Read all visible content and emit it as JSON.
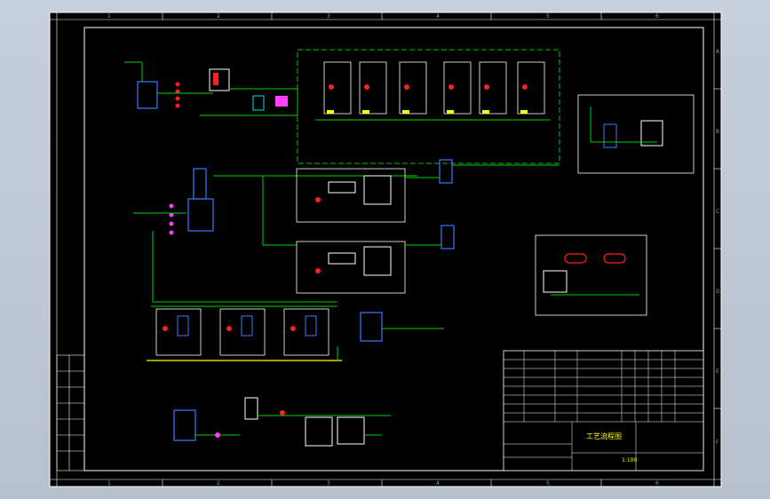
{
  "colors": {
    "canvas": "#000000",
    "window_bg": "#c5ced8",
    "frame": "#ffffff",
    "grid_label": "#7fa0c8",
    "pipe_green": "#00d400",
    "pipe_dashed": "#00c800",
    "equipment_blue": "#3a7bff",
    "equipment_white": "#ffffff",
    "valve_red": "#ff2020",
    "valve_magenta": "#ff40ff",
    "yellow": "#ffff00",
    "cyan": "#00e0e0",
    "title_text": "#ffff00"
  },
  "border": {
    "top_numbers": [
      "1",
      "2",
      "3",
      "4",
      "5",
      "6"
    ],
    "bottom_numbers": [
      "1",
      "2",
      "3",
      "4",
      "5",
      "6"
    ],
    "side_letters": [
      "A",
      "B",
      "C",
      "D",
      "E",
      "F"
    ]
  },
  "title_block": {
    "drawing_title": "工艺流程图",
    "scale": "1:100"
  },
  "icons": {
    "tank": "tank-icon",
    "column": "column-icon",
    "pump": "pump-icon",
    "heat_exchanger": "heat-exchanger-icon",
    "valve": "valve-icon"
  }
}
